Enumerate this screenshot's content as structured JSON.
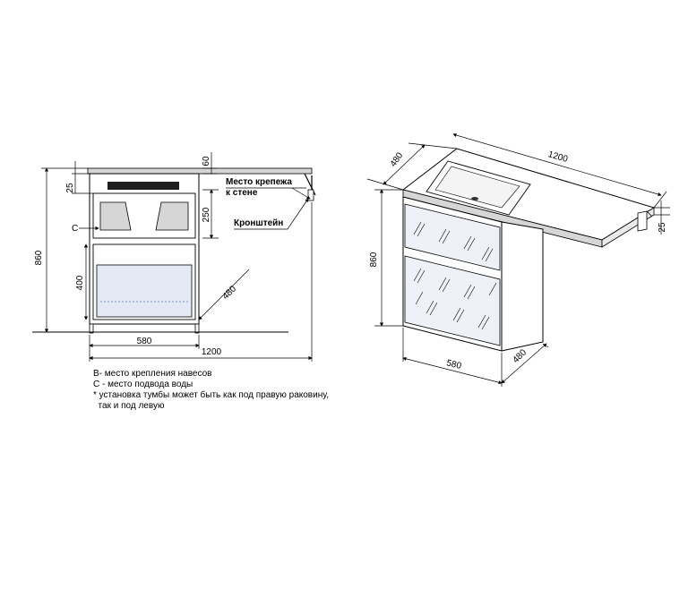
{
  "front_view": {
    "dim_top_thickness": "60",
    "dim_top_drawer": "25",
    "dim_bracket_height": "250",
    "dim_total_height": "860",
    "dim_lower_drawer": "400",
    "dim_depth": "480",
    "dim_cabinet_width": "580",
    "dim_total_width": "1200",
    "label_c": "C",
    "label_wall_mount": [
      "Место крепежа",
      "к стене"
    ],
    "label_bracket": "Кронштейн"
  },
  "notes": [
    "B- место крепления навесов",
    "C - место подвода воды",
    "* установка тумбы может быть как под правую раковину,",
    "  так и под левую"
  ],
  "iso_view": {
    "dim_depth_top": "480",
    "dim_width_top": "1200",
    "dim_height": "860",
    "dim_top_thickness": "25",
    "dim_width_bottom": "580",
    "dim_depth_bottom": "480"
  }
}
